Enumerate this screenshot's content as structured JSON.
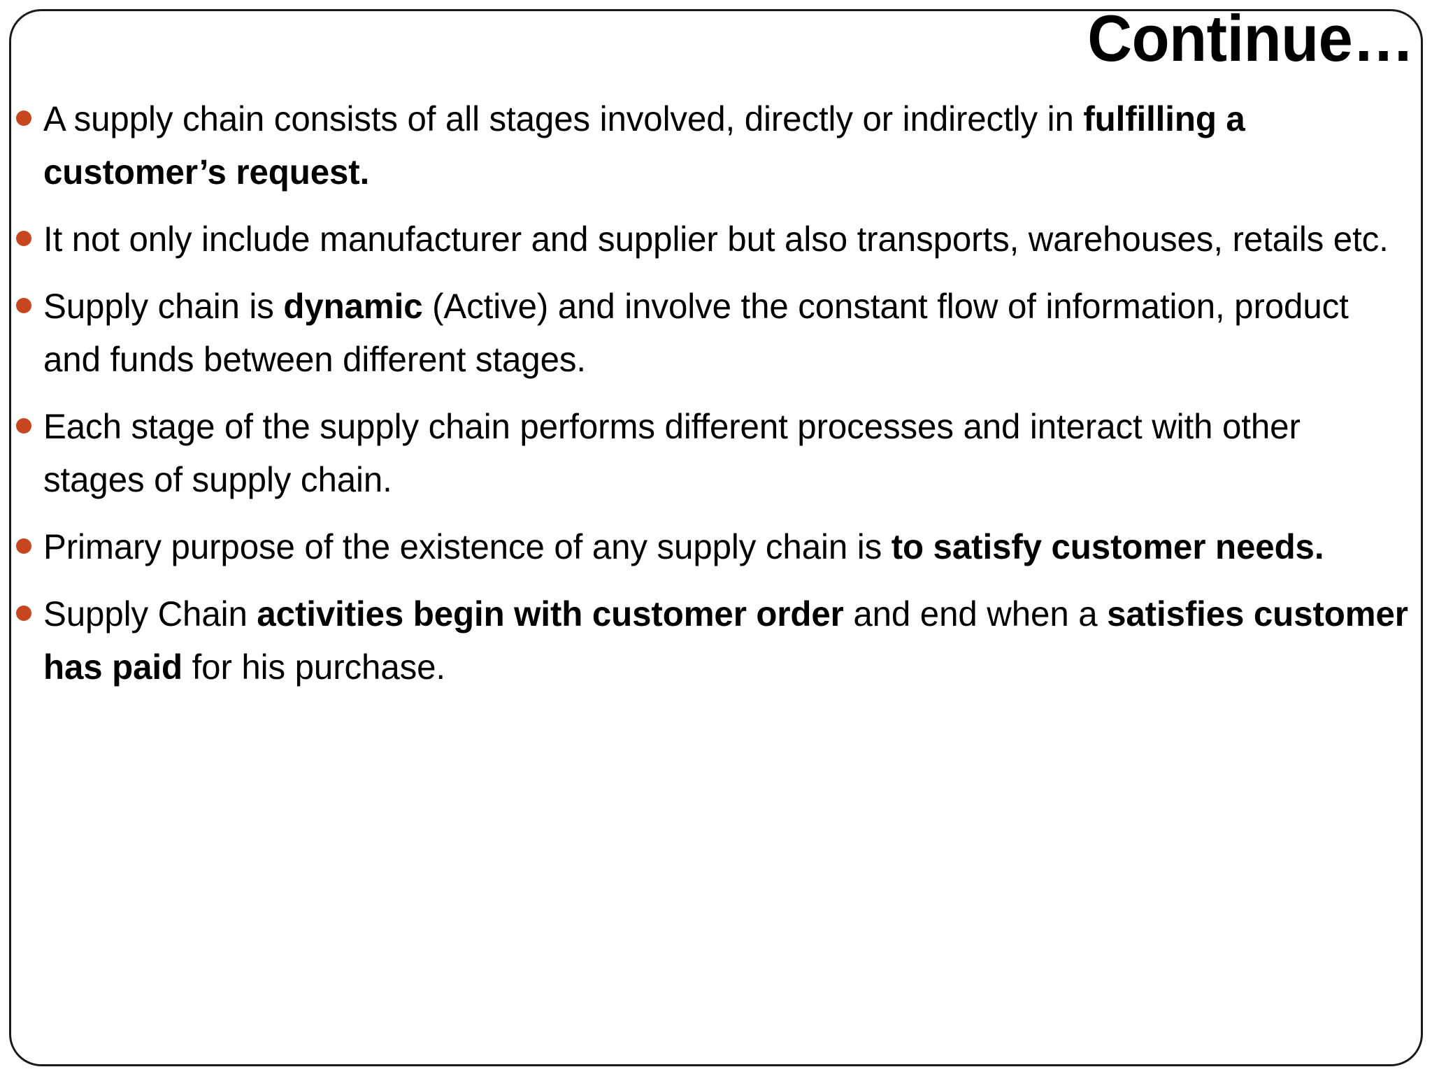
{
  "slide": {
    "title": "Continue…",
    "background_color": "#FFFFFF",
    "border_color": "#1A1A1A",
    "bullet_color": "#C8461F",
    "text_color": "#000000"
  },
  "bullets": [
    {
      "index": 1,
      "plain": "A supply chain consists of all stages involved, directly or indirectly in fulfilling a customer’s request.",
      "runs": [
        {
          "text": "A supply chain consists of all stages involved, directly or indirectly in ",
          "bold": false
        },
        {
          "text": "fulfilling a customer’s request.",
          "bold": true
        }
      ]
    },
    {
      "index": 2,
      "plain": "It not only include manufacturer and supplier but also transports, warehouses, retails etc.",
      "runs": [
        {
          "text": "It not only include manufacturer and supplier but also transports, warehouses, retails etc.",
          "bold": false
        }
      ]
    },
    {
      "index": 3,
      "plain": "Supply chain is dynamic (Active) and involve the constant flow of information, product and funds between different stages.",
      "runs": [
        {
          "text": "Supply chain is ",
          "bold": false
        },
        {
          "text": "dynamic",
          "bold": true
        },
        {
          "text": " (Active) and involve the constant flow of information, product and funds between different stages.",
          "bold": false
        }
      ]
    },
    {
      "index": 4,
      "plain": "Each stage of the supply chain performs different processes and interact with other stages of supply chain.",
      "runs": [
        {
          "text": "Each stage of the supply chain performs different processes and interact with other stages of supply chain.",
          "bold": false
        }
      ]
    },
    {
      "index": 5,
      "plain": "Primary purpose of the existence of any supply chain is to satisfy customer needs.",
      "runs": [
        {
          "text": "Primary purpose of the existence of any supply chain is ",
          "bold": false
        },
        {
          "text": "to satisfy customer needs.",
          "bold": true
        }
      ]
    },
    {
      "index": 6,
      "plain": "Supply Chain activities begin with customer order and end when a satisfies customer has paid for his purchase.",
      "runs": [
        {
          "text": "Supply Chain ",
          "bold": false
        },
        {
          "text": "activities begin with customer order",
          "bold": true
        },
        {
          "text": " and end when a ",
          "bold": false
        },
        {
          "text": "satisfies customer has paid",
          "bold": true
        },
        {
          "text": " for his purchase.",
          "bold": false
        }
      ]
    }
  ]
}
